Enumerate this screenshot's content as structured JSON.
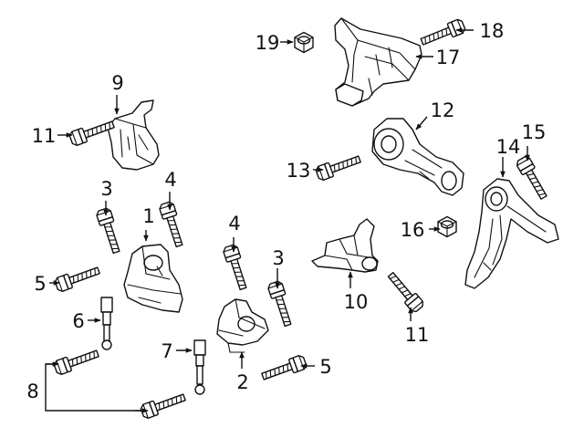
{
  "diagram": {
    "callouts": [
      {
        "id": "c1",
        "label": "1"
      },
      {
        "id": "c2",
        "label": "2"
      },
      {
        "id": "c3a",
        "label": "3"
      },
      {
        "id": "c3b",
        "label": "3"
      },
      {
        "id": "c4a",
        "label": "4"
      },
      {
        "id": "c4b",
        "label": "4"
      },
      {
        "id": "c5a",
        "label": "5"
      },
      {
        "id": "c5b",
        "label": "5"
      },
      {
        "id": "c6",
        "label": "6"
      },
      {
        "id": "c7",
        "label": "7"
      },
      {
        "id": "c8",
        "label": "8"
      },
      {
        "id": "c9",
        "label": "9"
      },
      {
        "id": "c10",
        "label": "10"
      },
      {
        "id": "c11a",
        "label": "11"
      },
      {
        "id": "c11b",
        "label": "11"
      },
      {
        "id": "c12",
        "label": "12"
      },
      {
        "id": "c13",
        "label": "13"
      },
      {
        "id": "c14",
        "label": "14"
      },
      {
        "id": "c15",
        "label": "15"
      },
      {
        "id": "c16",
        "label": "16"
      },
      {
        "id": "c17",
        "label": "17"
      },
      {
        "id": "c18",
        "label": "18"
      },
      {
        "id": "c19",
        "label": "19"
      }
    ]
  }
}
